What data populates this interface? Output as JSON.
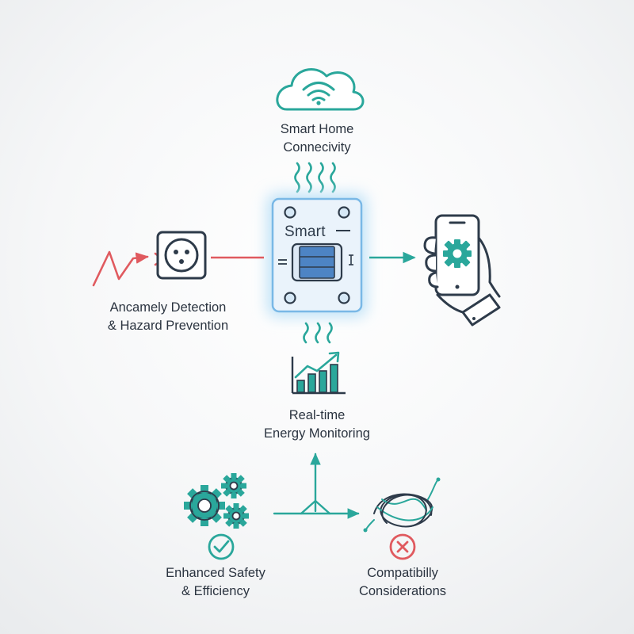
{
  "device": {
    "title": "Smart"
  },
  "nodes": {
    "cloud": {
      "line1": "Smart Home",
      "line2": "Connecivity",
      "icon": "cloud-wifi-icon"
    },
    "outlet": {
      "line1": "Ancamely Detection",
      "line2": "& Hazard Prevention",
      "icon": "power-outlet-icon"
    },
    "phone": {
      "icon": "smartphone-in-hand-icon"
    },
    "energy": {
      "line1": "Real-time",
      "line2": "Energy Monitoring",
      "icon": "rising-bar-chart-icon"
    },
    "safety": {
      "line1": "Enhanced Safety",
      "line2": "& Efficiency",
      "icon": "gears-icon",
      "status_icon": "check-circle-icon"
    },
    "compat": {
      "line1": "Compatibilly",
      "line2": "Considerations",
      "icon": "tangled-wires-icon",
      "status_icon": "x-circle-icon"
    }
  },
  "colors": {
    "teal": "#2aa79b",
    "dark": "#2e3b4a",
    "alert_red": "#e05a5f",
    "device_fill": "#eaf3fb",
    "device_border": "#79b8e6",
    "device_glow": "#bfe2f7",
    "switch_blue": "#4d84c4"
  }
}
